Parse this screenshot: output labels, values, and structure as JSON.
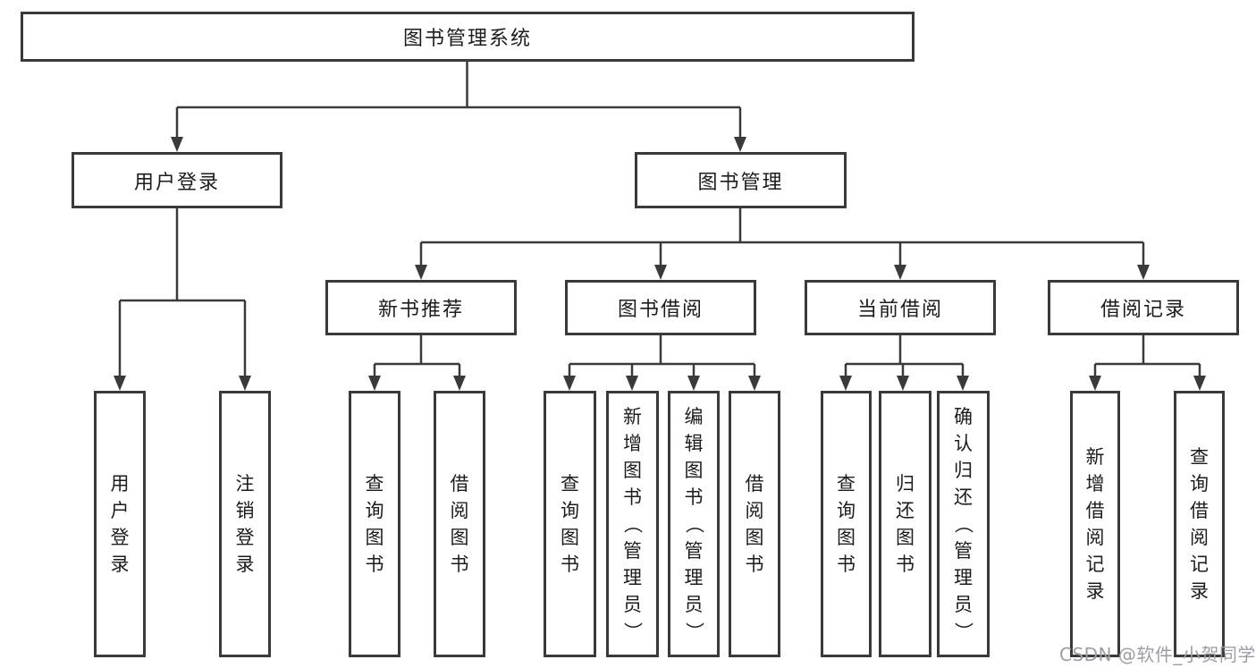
{
  "diagram": {
    "root": {
      "label": "图书管理系统"
    },
    "level2": [
      {
        "id": "user-login",
        "label": "用户登录"
      },
      {
        "id": "book-management",
        "label": "图书管理"
      }
    ],
    "level3": [
      {
        "id": "new-book-recommend",
        "label": "新书推荐"
      },
      {
        "id": "book-borrow",
        "label": "图书借阅"
      },
      {
        "id": "current-borrow",
        "label": "当前借阅"
      },
      {
        "id": "borrow-records",
        "label": "借阅记录"
      }
    ],
    "leaves": [
      {
        "id": "leaf-user-login",
        "label": "用户登录"
      },
      {
        "id": "leaf-logout",
        "label": "注销登录"
      },
      {
        "id": "leaf-query-books-recommend",
        "label": "查询图书"
      },
      {
        "id": "leaf-borrow-books-recommend",
        "label": "借阅图书"
      },
      {
        "id": "leaf-query-books-borrow",
        "label": "查询图书"
      },
      {
        "id": "leaf-add-books-admin",
        "label": "新增图书（管理员）"
      },
      {
        "id": "leaf-edit-books-admin",
        "label": "编辑图书（管理员）"
      },
      {
        "id": "leaf-borrow-books-borrow",
        "label": "借阅图书"
      },
      {
        "id": "leaf-query-books-current",
        "label": "查询图书"
      },
      {
        "id": "leaf-return-books",
        "label": "归还图书"
      },
      {
        "id": "leaf-confirm-return-admin",
        "label": "确认归还（管理员）"
      },
      {
        "id": "leaf-add-borrow-record",
        "label": "新增借阅记录"
      },
      {
        "id": "leaf-query-borrow-record",
        "label": "查询借阅记录"
      }
    ]
  },
  "watermark": {
    "text": "CSDN @软件_小贺同学"
  },
  "colors": {
    "line": "#3a3a3a",
    "box_border": "#3a3a3a",
    "text": "#1c1c1c",
    "watermark": "#9c9ea6",
    "background": "#ffffff"
  }
}
